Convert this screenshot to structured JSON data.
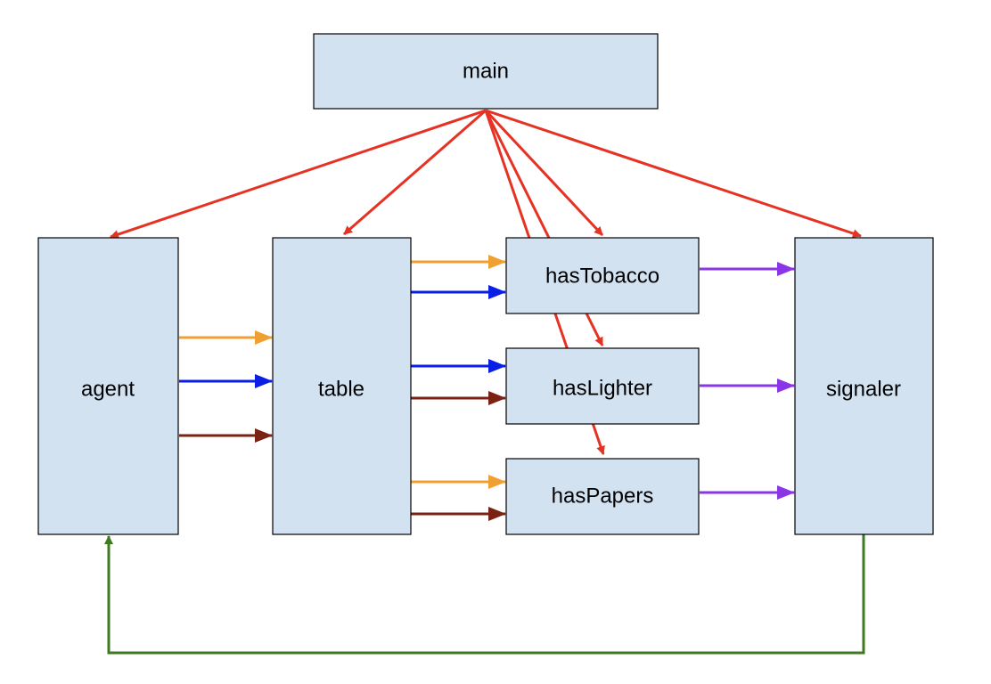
{
  "colors": {
    "node_fill": "#d3e2f1",
    "spawn": "#e63223",
    "tobacco": "#f0a030",
    "lighter": "#0a1ee6",
    "papers": "#7a2315",
    "signal": "#8a35e6",
    "feedback": "#3e7a1f"
  },
  "nodes": {
    "main": "main",
    "agent": "agent",
    "table": "table",
    "hasTobacco": "hasTobacco",
    "hasLighter": "hasLighter",
    "hasPapers": "hasPapers",
    "signaler": "signaler"
  },
  "edges": [
    {
      "from": "main",
      "to": "agent",
      "color": "spawn"
    },
    {
      "from": "main",
      "to": "table",
      "color": "spawn"
    },
    {
      "from": "main",
      "to": "hasTobacco",
      "color": "spawn"
    },
    {
      "from": "main",
      "to": "hasLighter",
      "color": "spawn"
    },
    {
      "from": "main",
      "to": "hasPapers",
      "color": "spawn"
    },
    {
      "from": "main",
      "to": "signaler",
      "color": "spawn"
    },
    {
      "from": "agent",
      "to": "table",
      "color": "tobacco"
    },
    {
      "from": "agent",
      "to": "table",
      "color": "lighter"
    },
    {
      "from": "agent",
      "to": "table",
      "color": "papers"
    },
    {
      "from": "table",
      "to": "hasTobacco",
      "color": "tobacco"
    },
    {
      "from": "table",
      "to": "hasTobacco",
      "color": "lighter"
    },
    {
      "from": "table",
      "to": "hasLighter",
      "color": "lighter"
    },
    {
      "from": "table",
      "to": "hasLighter",
      "color": "papers"
    },
    {
      "from": "table",
      "to": "hasPapers",
      "color": "tobacco"
    },
    {
      "from": "table",
      "to": "hasPapers",
      "color": "papers"
    },
    {
      "from": "hasTobacco",
      "to": "signaler",
      "color": "signal"
    },
    {
      "from": "hasLighter",
      "to": "signaler",
      "color": "signal"
    },
    {
      "from": "hasPapers",
      "to": "signaler",
      "color": "signal"
    },
    {
      "from": "signaler",
      "to": "agent",
      "color": "feedback"
    }
  ]
}
